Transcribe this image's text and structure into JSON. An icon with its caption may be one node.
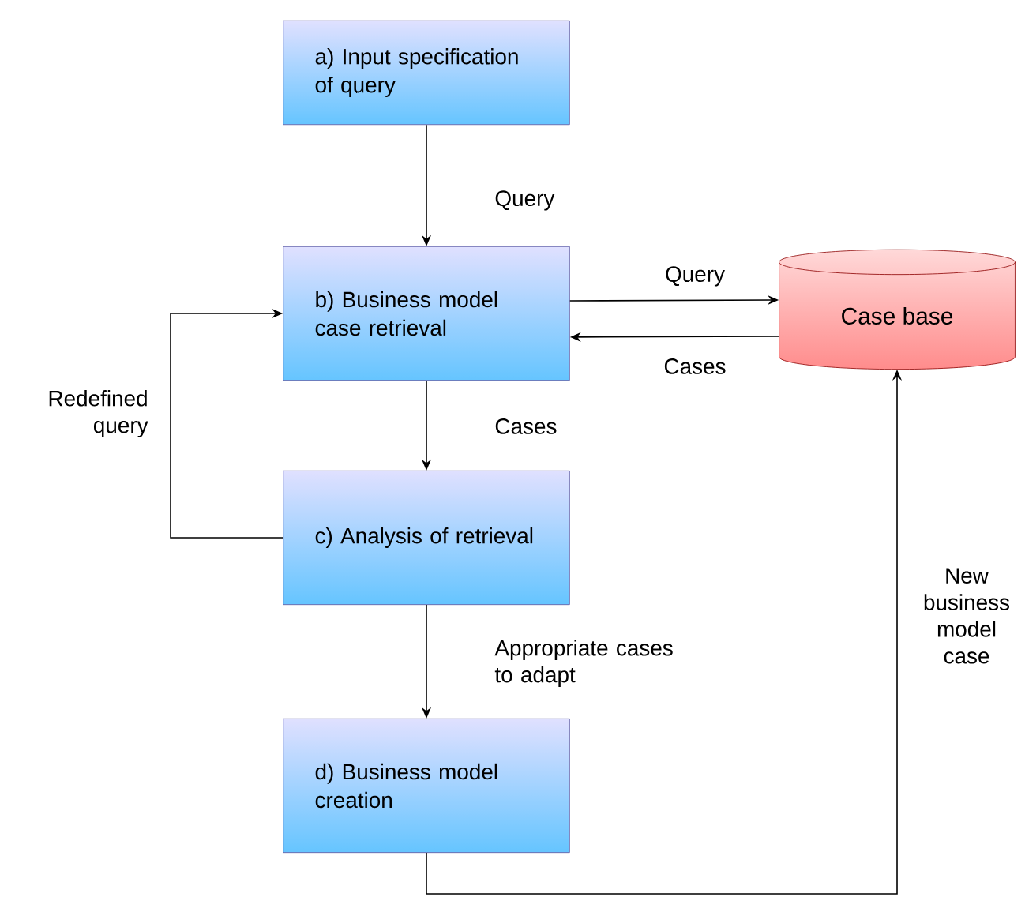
{
  "diagram": {
    "nodes": [
      {
        "text": [
          "a) Input specification of query"
        ]
      },
      {
        "text": [
          "b) Business model case retrieval"
        ]
      },
      {
        "text": [
          "Case base"
        ]
      },
      {
        "text": [
          "c) Analysis of retrieval"
        ]
      },
      {
        "text": [
          "d) Business model creation"
        ]
      }
    ],
    "edges": [
      {
        "from": 0,
        "to": 1,
        "arrow": "to",
        "label": "Query"
      },
      {
        "from": 1,
        "to": 2,
        "arrow": "to",
        "label": "Query"
      },
      {
        "from": 2,
        "to": 1,
        "arrow": "to",
        "label": "Cases"
      },
      {
        "from": 1,
        "to": 3,
        "arrow": "to",
        "label": "Cases"
      },
      {
        "from": 3,
        "to": 1,
        "arrow": "to",
        "label": "Redefined query"
      },
      {
        "from": 3,
        "to": 4,
        "arrow": "to",
        "label": "Appropriate cases to adapt"
      },
      {
        "from": 4,
        "to": 2,
        "arrow": "to",
        "label": "New business model case"
      }
    ]
  }
}
